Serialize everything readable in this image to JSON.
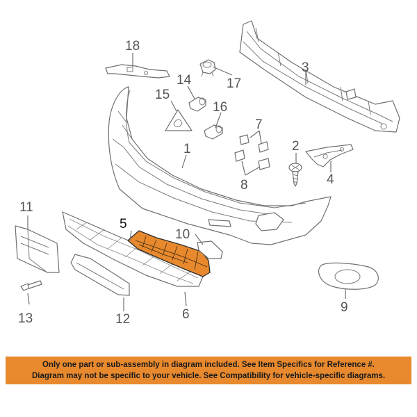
{
  "callouts": {
    "c1": "1",
    "c2": "2",
    "c3": "3",
    "c4": "4",
    "c5": "5",
    "c6": "6",
    "c7": "7",
    "c8": "8",
    "c9": "9",
    "c10": "10",
    "c11": "11",
    "c12": "12",
    "c13": "13",
    "c14": "14",
    "c15": "15",
    "c16": "16",
    "c17": "17",
    "c18": "18"
  },
  "highlight_part": "5",
  "colors": {
    "highlight_fill": "#e8892e",
    "notice_bg": "#e8892e",
    "line": "#6f6f6f"
  },
  "notice": {
    "line1": "Only one part or sub-assembly in diagram included. See Item Specifics for Reference #.",
    "line2": "Diagram may not be specific to your vehicle. See Compatibility for vehicle-specific diagrams."
  }
}
